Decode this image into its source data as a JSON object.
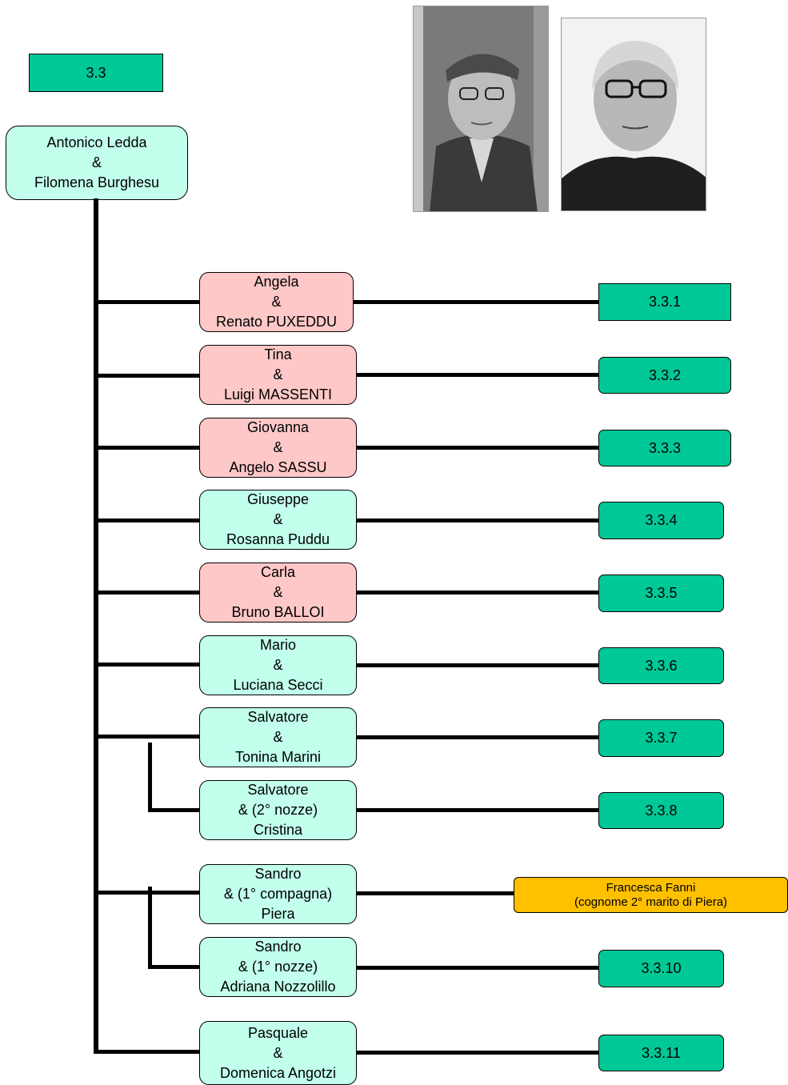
{
  "root_code": "3.3",
  "root": {
    "line1": "Antonico Ledda",
    "line2": "&",
    "line3": "Filomena Burghesu"
  },
  "photos": {
    "left": "photo-of-elderly-man",
    "right": "photo-of-elderly-woman"
  },
  "couples": [
    {
      "line1": "Angela",
      "line2": "&",
      "line3": "Renato PUXEDDU",
      "code": "3.3.1"
    },
    {
      "line1": "Tina",
      "line2": "&",
      "line3": "Luigi MASSENTI",
      "code": "3.3.2"
    },
    {
      "line1": "Giovanna",
      "line2": "&",
      "line3": "Angelo SASSU",
      "code": "3.3.3"
    },
    {
      "line1": "Giuseppe",
      "line2": "&",
      "line3": "Rosanna Puddu",
      "code": "3.3.4"
    },
    {
      "line1": "Carla",
      "line2": "&",
      "line3": "Bruno BALLOI",
      "code": "3.3.5"
    },
    {
      "line1": "Mario",
      "line2": "&",
      "line3": "Luciana Secci",
      "code": "3.3.6"
    },
    {
      "line1": "Salvatore",
      "line2": "&",
      "line3": "Tonina Marini",
      "code": "3.3.7"
    },
    {
      "line1": "Salvatore",
      "line2": "& (2°  nozze)",
      "line3": "Cristina",
      "code": "3.3.8"
    },
    {
      "line1": "Sandro",
      "line2": "& (1°  compagna)",
      "line3": "Piera"
    },
    {
      "line1": "Sandro",
      "line2": "& (1°  nozze)",
      "line3": "Adriana Nozzolillo",
      "code": "3.3.10"
    },
    {
      "line1": "Pasquale",
      "line2": "&",
      "line3": "Domenica Angotzi",
      "code": "3.3.11"
    }
  ],
  "note": {
    "line1": "Francesca Fanni",
    "line2": "(cognome 2°  marito di Piera)"
  },
  "colors": {
    "code_box": "#00c896",
    "female_line": "#ffc8c8",
    "male_line": "#c2ffec",
    "note": "#ffc000"
  }
}
